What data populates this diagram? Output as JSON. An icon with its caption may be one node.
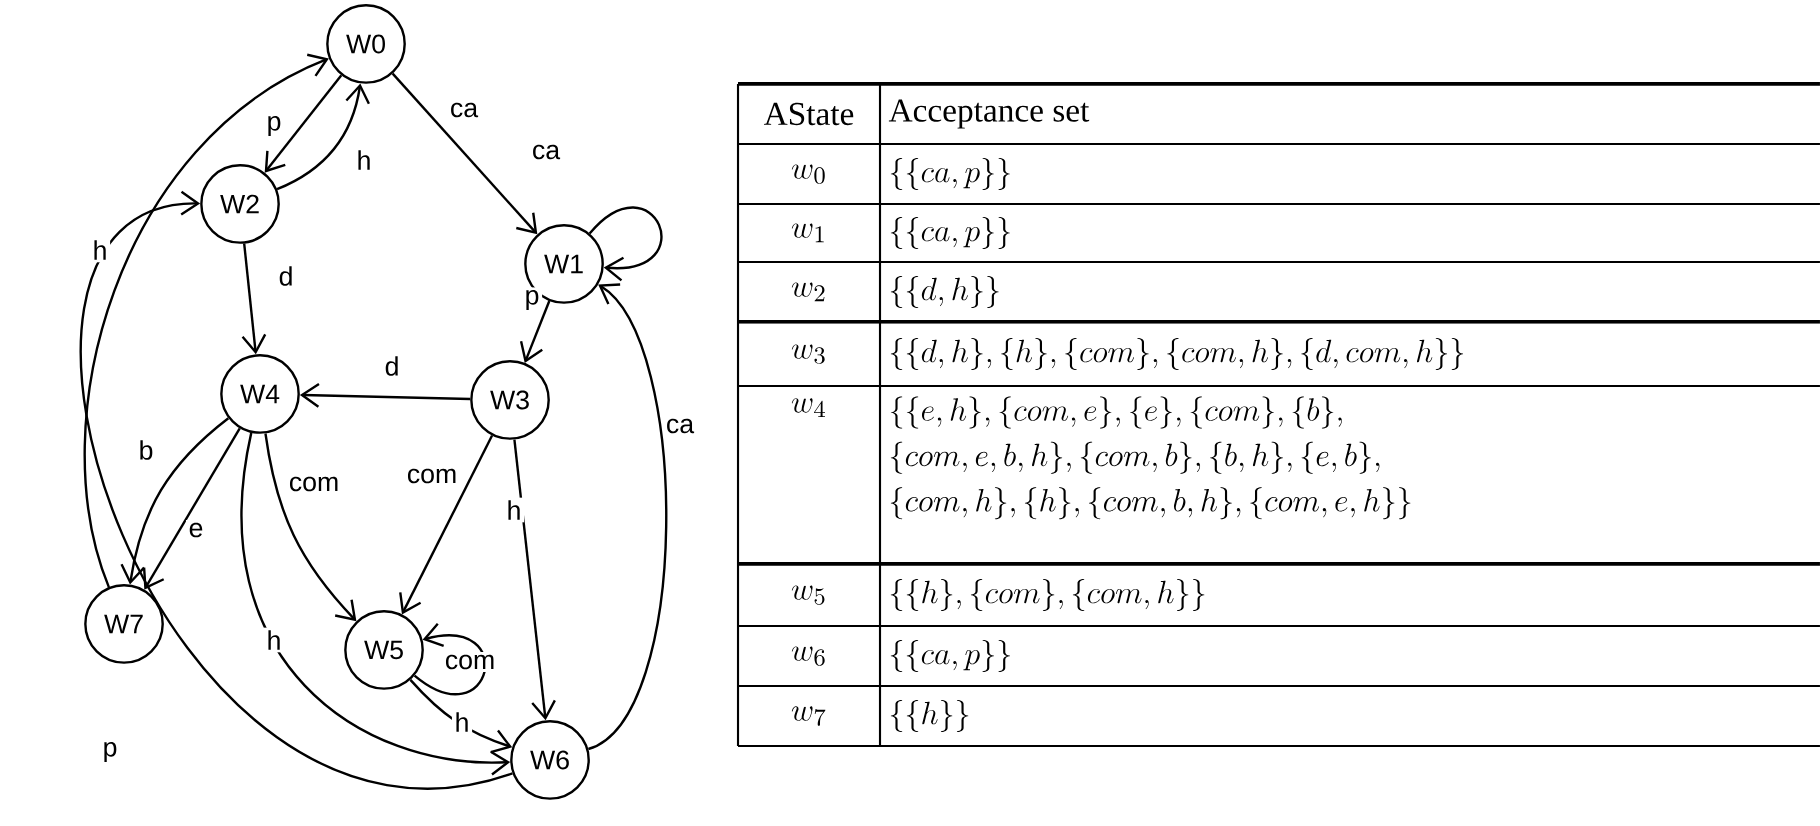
{
  "diagram": {
    "nodes": [
      {
        "text": [
          "W0"
        ]
      },
      {
        "text": [
          "W1"
        ]
      },
      {
        "text": [
          "W2"
        ]
      },
      {
        "text": [
          "W3"
        ]
      },
      {
        "text": [
          "W4"
        ]
      },
      {
        "text": [
          "W5"
        ]
      },
      {
        "text": [
          "W6"
        ]
      },
      {
        "text": [
          "W7"
        ]
      }
    ],
    "edges": [
      {
        "from": 0,
        "to": 2,
        "arrow": "to",
        "label": "p"
      },
      {
        "from": 2,
        "to": 0,
        "arrow": "to",
        "label": "h"
      },
      {
        "from": 0,
        "to": 1,
        "arrow": "to",
        "label": "ca"
      },
      {
        "from": 1,
        "to": 1,
        "arrow": "to",
        "label": "ca"
      },
      {
        "from": 2,
        "to": 4,
        "arrow": "to",
        "label": "d"
      },
      {
        "from": 1,
        "to": 3,
        "arrow": "to",
        "label": "p"
      },
      {
        "from": 3,
        "to": 4,
        "arrow": "to",
        "label": "d"
      },
      {
        "from": 4,
        "to": 7,
        "arrow": "to",
        "label": "b"
      },
      {
        "from": 4,
        "to": 7,
        "arrow": "to",
        "label": "e"
      },
      {
        "from": 4,
        "to": 5,
        "arrow": "to",
        "label": "com"
      },
      {
        "from": 3,
        "to": 5,
        "arrow": "to",
        "label": "com"
      },
      {
        "from": 3,
        "to": 6,
        "arrow": "to",
        "label": "h"
      },
      {
        "from": 4,
        "to": 6,
        "arrow": "to",
        "label": "h"
      },
      {
        "from": 5,
        "to": 5,
        "arrow": "to",
        "label": "com"
      },
      {
        "from": 5,
        "to": 6,
        "arrow": "to",
        "label": "h"
      },
      {
        "from": 6,
        "to": 1,
        "arrow": "to",
        "label": "ca"
      },
      {
        "from": 7,
        "to": 0,
        "arrow": "to",
        "label": "h"
      },
      {
        "from": 6,
        "to": 2,
        "arrow": "to",
        "label": "p"
      }
    ],
    "labels": [
      "AState",
      "Acceptance set",
      "w_0",
      "\\{\\{ca,p\\}\\}",
      "w_1",
      "\\{\\{ca,p\\}\\}",
      "w_2",
      "\\{\\{d,h\\}\\}",
      "w_3",
      "\\{\\{d,h\\},\\{h\\},\\{com\\},\\{com,h\\},\\{d,com,h\\}\\}",
      "w_4",
      "\\{\\{e,h\\},\\{com,e\\},\\{e\\},\\{com\\},\\{b\\},\\allowbreak\\{com,e,b,h\\},\\{com,b\\},\\{b,h\\},\\{e,b\\},\\allowbreak\\{com,h\\},\\{h\\},\\{com,b,h\\},\\{com,e,h\\}\\}",
      "w_5",
      "\\{\\{h\\},\\{com\\},\\{com,h\\}\\}",
      "w_6",
      "\\{\\{ca,p\\}\\}",
      "w_7",
      "\\{\\{h\\}\\}"
    ]
  }
}
